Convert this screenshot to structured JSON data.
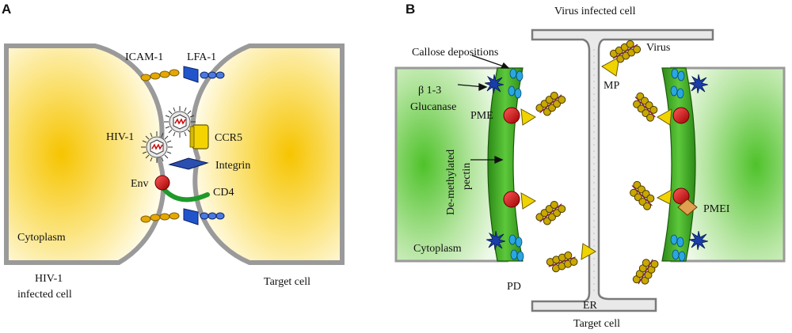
{
  "panel_a": {
    "letter": "A",
    "labels": {
      "icam1": "ICAM-1",
      "lfa1": "LFA-1",
      "hiv1": "HIV-1",
      "ccr5": "CCR5",
      "integrin": "Integrin",
      "env": "Env",
      "cd4": "CD4",
      "cytoplasm": "Cytoplasm",
      "infected_line1": "HIV-1",
      "infected_line2": "infected cell",
      "target": "Target cell"
    }
  },
  "panel_b": {
    "letter": "B",
    "labels": {
      "virus_infected_cell": "Virus infected cell",
      "callose": "Callose depositions",
      "virus": "Virus",
      "glucanase_line1": "β 1-3",
      "glucanase_line2": "Glucanase",
      "mp": "MP",
      "pme": "PME",
      "pectin_line1": "De-methylated",
      "pectin_line2": "pectin",
      "pmei": "PMEI",
      "cytoplasm": "Cytoplasm",
      "pd": "PD",
      "er": "ER",
      "target": "Target cell"
    }
  },
  "colors": {
    "cell_yellow": "#f6c400",
    "cell_green": "#4fc22a",
    "wall_green": "#3aa020",
    "receptor_blue": "#2255cc",
    "env_red": "#e00000",
    "cd4_green": "#1f9a2a",
    "virus_particle": "#c9a800",
    "pmei_tan": "#e0a050"
  }
}
